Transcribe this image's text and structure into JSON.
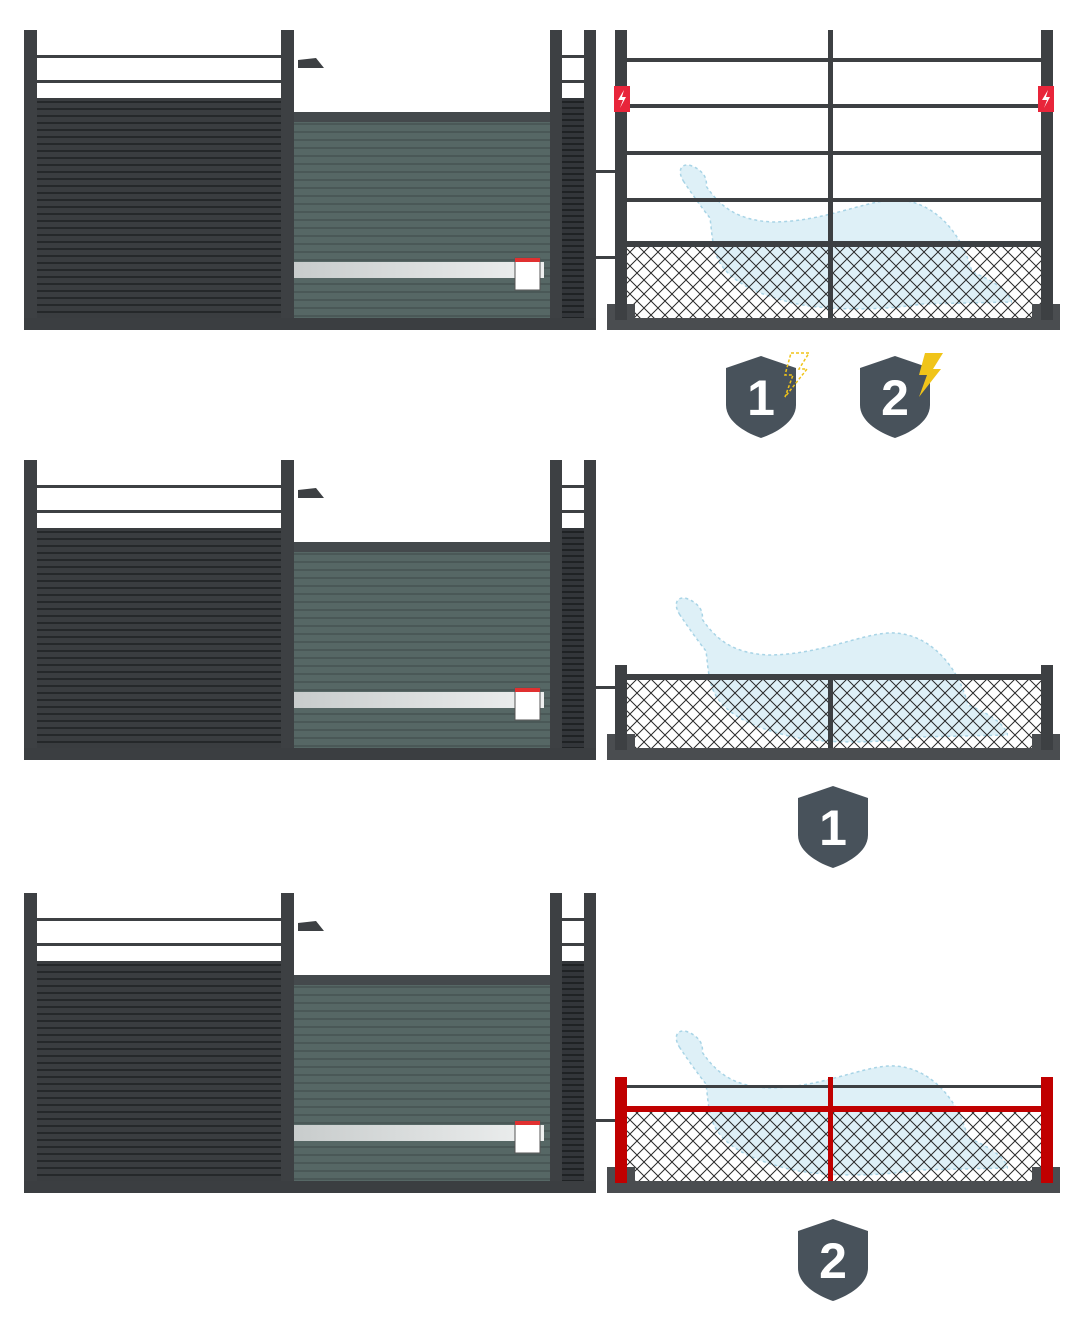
{
  "colors": {
    "dark_panel": "#36393c",
    "teal_panel": "#566765",
    "frame": "#3d4043",
    "mesh_line": "#2a2a2a",
    "seal": "#d6ecf5",
    "warning_red": "#e8253a",
    "red_rail": "#c00000",
    "bolt": "#f0c419",
    "shield": "#48525b",
    "box_stripe": "#e03030"
  },
  "rows": [
    {
      "fence_type": "tall-electric",
      "shields": [
        {
          "label": "1",
          "bolt": "outline",
          "bolt_icon": "lightning-outline-icon"
        },
        {
          "label": "2",
          "bolt": "filled",
          "bolt_icon": "lightning-filled-icon"
        }
      ],
      "warning_signs": [
        "high-voltage-sign-icon",
        "high-voltage-sign-icon"
      ]
    },
    {
      "fence_type": "low-mesh",
      "shields": [
        {
          "label": "1"
        }
      ]
    },
    {
      "fence_type": "low-mesh-red-rail",
      "shields": [
        {
          "label": "2"
        }
      ]
    }
  ]
}
